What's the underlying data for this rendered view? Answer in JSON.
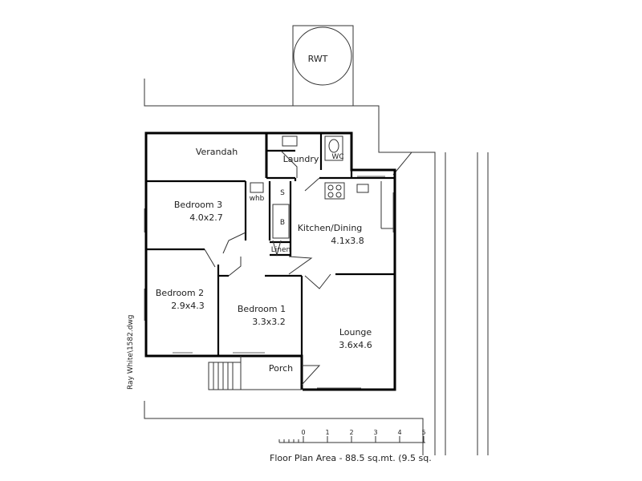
{
  "file_label": "Ray White\\1582.dwg",
  "rooms": {
    "rwt": "RWT",
    "verandah": "Verandah",
    "laundry": "Laundry",
    "wc": "WC",
    "whb": "whb",
    "shower": "S",
    "bath": "B",
    "linen": "Linen",
    "bedroom3": {
      "name": "Bedroom 3",
      "size": "4.0x2.7"
    },
    "bedroom2": {
      "name": "Bedroom 2",
      "size": "2.9x4.3"
    },
    "bedroom1": {
      "name": "Bedroom 1",
      "size": "3.3x3.2"
    },
    "kitchen": {
      "name": "Kitchen/Dining",
      "size": "4.1x3.8"
    },
    "lounge": {
      "name": "Lounge",
      "size": "3.6x4.6"
    },
    "porch": "Porch"
  },
  "scale_ticks": [
    "0",
    "1",
    "2",
    "3",
    "4",
    "5"
  ],
  "caption": "Floor Plan Area - 88.5 sq.mt. (9.5 sq."
}
